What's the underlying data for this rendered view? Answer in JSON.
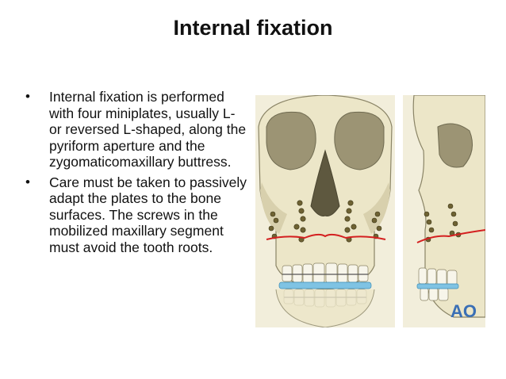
{
  "slide": {
    "title": "Internal fixation",
    "bullets": [
      "Internal fixation is performed with four miniplates, usually L- or reversed L-shaped, along the pyriform aperture and the zygomaticomaxillary buttress.",
      "Care must be taken to passively adapt the plates to the bone surfaces. The screws in the mobilized maxillary segment must avoid the tooth roots."
    ],
    "bullet_glyph": "•"
  },
  "figure": {
    "logo_text": "AO",
    "colors": {
      "bone": "#ece6c8",
      "bone_shadow": "#c9c19b",
      "outline": "#8a8466",
      "plate": "#6e6233",
      "osteotomy": "#d42020",
      "splint": "#7fc3e3",
      "logo": "#3a6fb5"
    }
  }
}
